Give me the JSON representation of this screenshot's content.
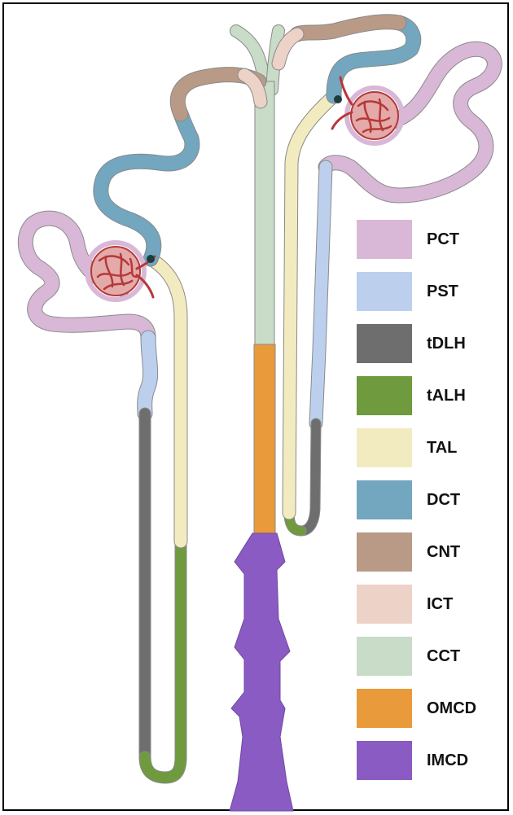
{
  "legend": [
    {
      "label": "PCT",
      "color": "#d8b8d6"
    },
    {
      "label": "PST",
      "color": "#bcd0ee"
    },
    {
      "label": "tDLH",
      "color": "#6e6e6e"
    },
    {
      "label": "tALH",
      "color": "#6f9a3e"
    },
    {
      "label": "TAL",
      "color": "#f2ebc0"
    },
    {
      "label": "DCT",
      "color": "#73a6bf"
    },
    {
      "label": "CNT",
      "color": "#b89a87"
    },
    {
      "label": "ICT",
      "color": "#edd2c8"
    },
    {
      "label": "CCT",
      "color": "#c8dcc7"
    },
    {
      "label": "OMCD",
      "color": "#e99a3a"
    },
    {
      "label": "IMCD",
      "color": "#8a5bc2"
    }
  ],
  "colors": {
    "glomerulus_fill": "#e4a9a9",
    "glomerulus_vessel": "#b53838",
    "outline": "#8a8a8a"
  }
}
